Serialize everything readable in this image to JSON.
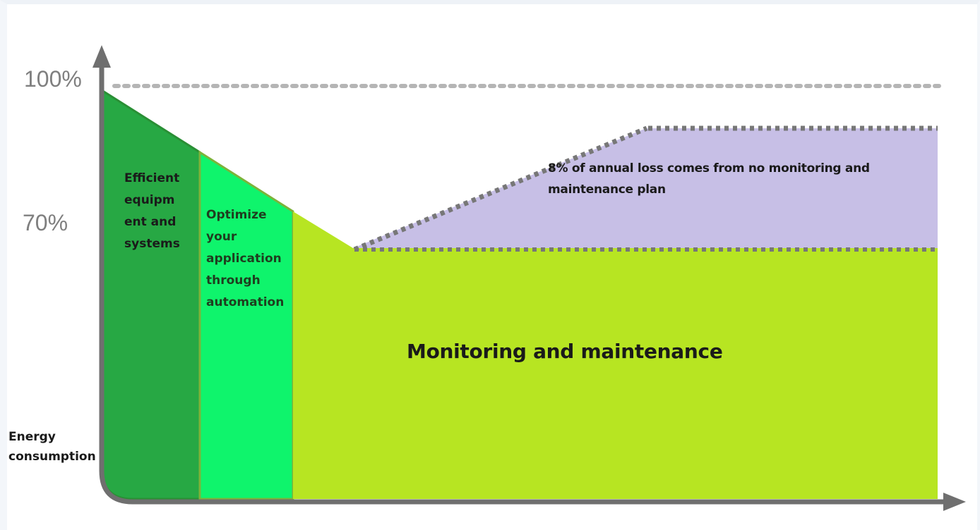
{
  "axis": {
    "y_tick_top": "100%",
    "y_tick_mid": "70%",
    "y_label": "Energy consumption"
  },
  "segments": {
    "efficient": {
      "lines": [
        "Efficient",
        "equipm",
        "ent and",
        "systems"
      ],
      "color": "#27a844"
    },
    "optimize": {
      "lines": [
        "Optimize",
        "your",
        "application",
        "through",
        "automation"
      ],
      "color": "#0ff46c"
    },
    "monitoring": {
      "label": "Monitoring and maintenance",
      "color": "#b7e522"
    },
    "loss": {
      "lines": [
        "8% of annual loss comes from no monitoring and",
        "maintenance plan"
      ],
      "color": "#c7bfe6"
    }
  },
  "colors": {
    "axis": "#6f6f6f",
    "dotted_top": "#b5b5b5",
    "dotted_dark": "#777777"
  }
}
